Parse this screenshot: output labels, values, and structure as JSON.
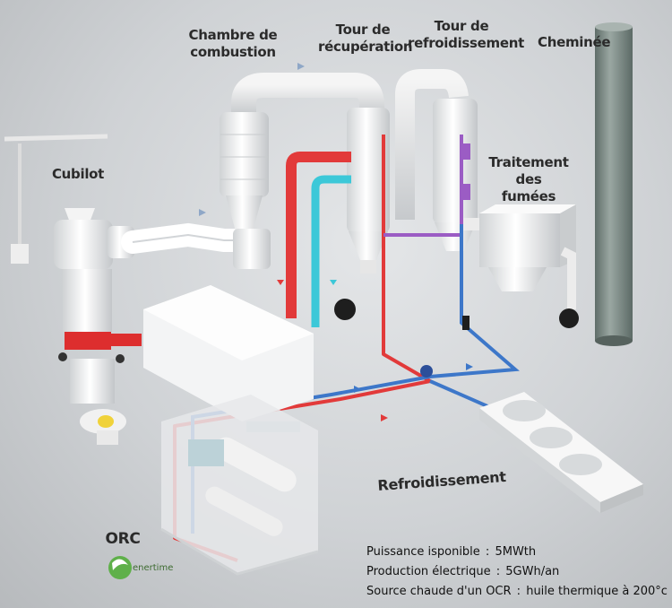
{
  "labels": {
    "chambre": [
      "Chambre de",
      "combustion"
    ],
    "tour_recup": [
      "Tour de",
      "récupération"
    ],
    "tour_refroid": [
      "Tour de",
      "refroidissement"
    ],
    "cheminee": "Cheminée",
    "traitement": [
      "Traitement",
      "des fumées"
    ],
    "cubilot": "Cubilot",
    "refroidissement": "Refroidissement",
    "orc": "ORC"
  },
  "logo": {
    "text": "enertime"
  },
  "specs": [
    {
      "label": "Puissance isponible",
      "value": "5MWth"
    },
    {
      "label": "Production électrique",
      "value": "5GWh/an"
    },
    {
      "label": "Source chaude d'un OCR",
      "value": "huile thermique à 200°c"
    }
  ],
  "colors": {
    "hot_pipe": "#e23a3a",
    "cold_pipe": "#3d77c9",
    "cyan_pipe": "#3cc8d8",
    "purple_pipe": "#9b5cc4",
    "equipment": "#f2f2f2",
    "chimney": "#7e8b86",
    "logo_green": "#5fb04a"
  }
}
